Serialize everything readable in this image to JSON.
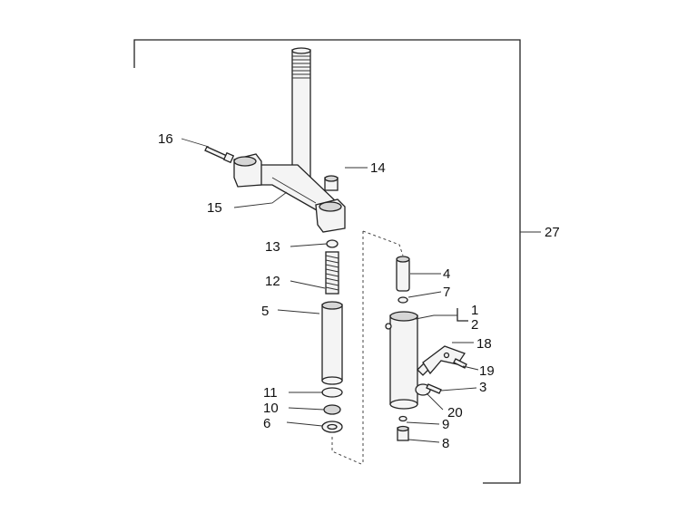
{
  "callouts": {
    "c1": "1",
    "c2": "2",
    "c3": "3",
    "c4": "4",
    "c5": "5",
    "c6": "6",
    "c7": "7",
    "c8": "8",
    "c9": "9",
    "c10": "10",
    "c11": "11",
    "c12": "12",
    "c13": "13",
    "c14": "14",
    "c15": "15",
    "c16": "16",
    "c18": "18",
    "c19": "19",
    "c20": "20",
    "c27": "27"
  }
}
